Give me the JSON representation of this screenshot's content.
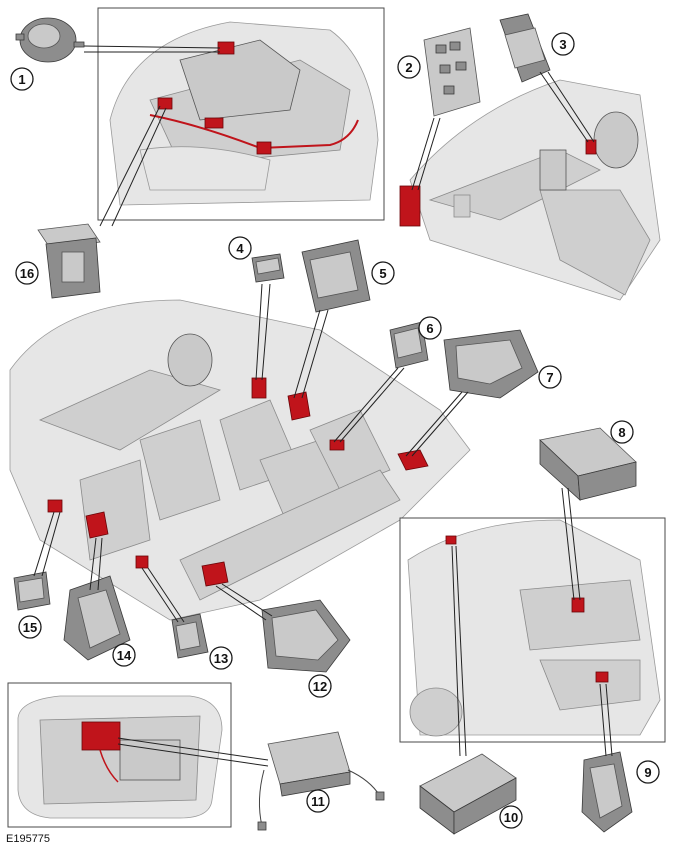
{
  "figure": {
    "id_label": "E195775"
  },
  "callouts": [
    {
      "number": "1"
    },
    {
      "number": "2"
    },
    {
      "number": "3"
    },
    {
      "number": "4"
    },
    {
      "number": "5"
    },
    {
      "number": "6"
    },
    {
      "number": "7"
    },
    {
      "number": "8"
    },
    {
      "number": "9"
    },
    {
      "number": "10"
    },
    {
      "number": "11"
    },
    {
      "number": "12"
    },
    {
      "number": "13"
    },
    {
      "number": "14"
    },
    {
      "number": "15"
    },
    {
      "number": "16"
    }
  ],
  "colors": {
    "highlight": "#c0141b",
    "component": "#8d8d8d",
    "vehicle_body": "#e6e6e6",
    "outline": "#1a1a1a"
  }
}
